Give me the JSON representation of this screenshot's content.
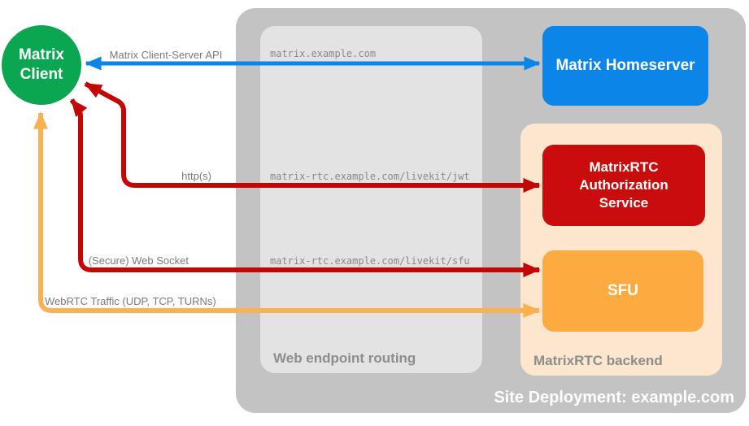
{
  "diagram": {
    "title": "Site Deployment: example.com",
    "client": {
      "label": "Matrix Client",
      "color": "#0AA652"
    },
    "homeserver": {
      "label": "Matrix Homeserver",
      "color": "#0B86E8"
    },
    "auth_service": {
      "label": "MatrixRTC Authorization Service",
      "color": "#C90C0C"
    },
    "sfu": {
      "label": "SFU",
      "color": "#FBAB40"
    },
    "routing_box": {
      "label": "Web endpoint routing",
      "color": "#E3E3E3"
    },
    "backend_box": {
      "label": "MatrixRTC backend",
      "color": "#FCE6CE"
    },
    "site_box_color": "#C3C3C3",
    "connections": {
      "client_server_api": {
        "label": "Matrix Client-Server API",
        "route": "matrix.example.com",
        "color": "#0B86E8",
        "from": "Matrix Client",
        "to": "Matrix Homeserver",
        "bidirectional": true
      },
      "http": {
        "label": "http(s)",
        "route": "matrix-rtc.example.com/livekit/jwt",
        "color": "#C40606",
        "from": "Matrix Client",
        "to": "MatrixRTC Authorization Service",
        "bidirectional": true
      },
      "websocket": {
        "label": "(Secure) Web Socket",
        "route": "matrix-rtc.example.com/livekit/sfu",
        "color": "#C40606",
        "from": "Matrix Client",
        "to": "SFU",
        "bidirectional": true
      },
      "webrtc": {
        "label": "WebRTC Traffic (UDP, TCP, TURNs)",
        "route": "",
        "color": "#FBB152",
        "from": "Matrix Client",
        "to": "SFU",
        "bidirectional": true
      }
    }
  }
}
